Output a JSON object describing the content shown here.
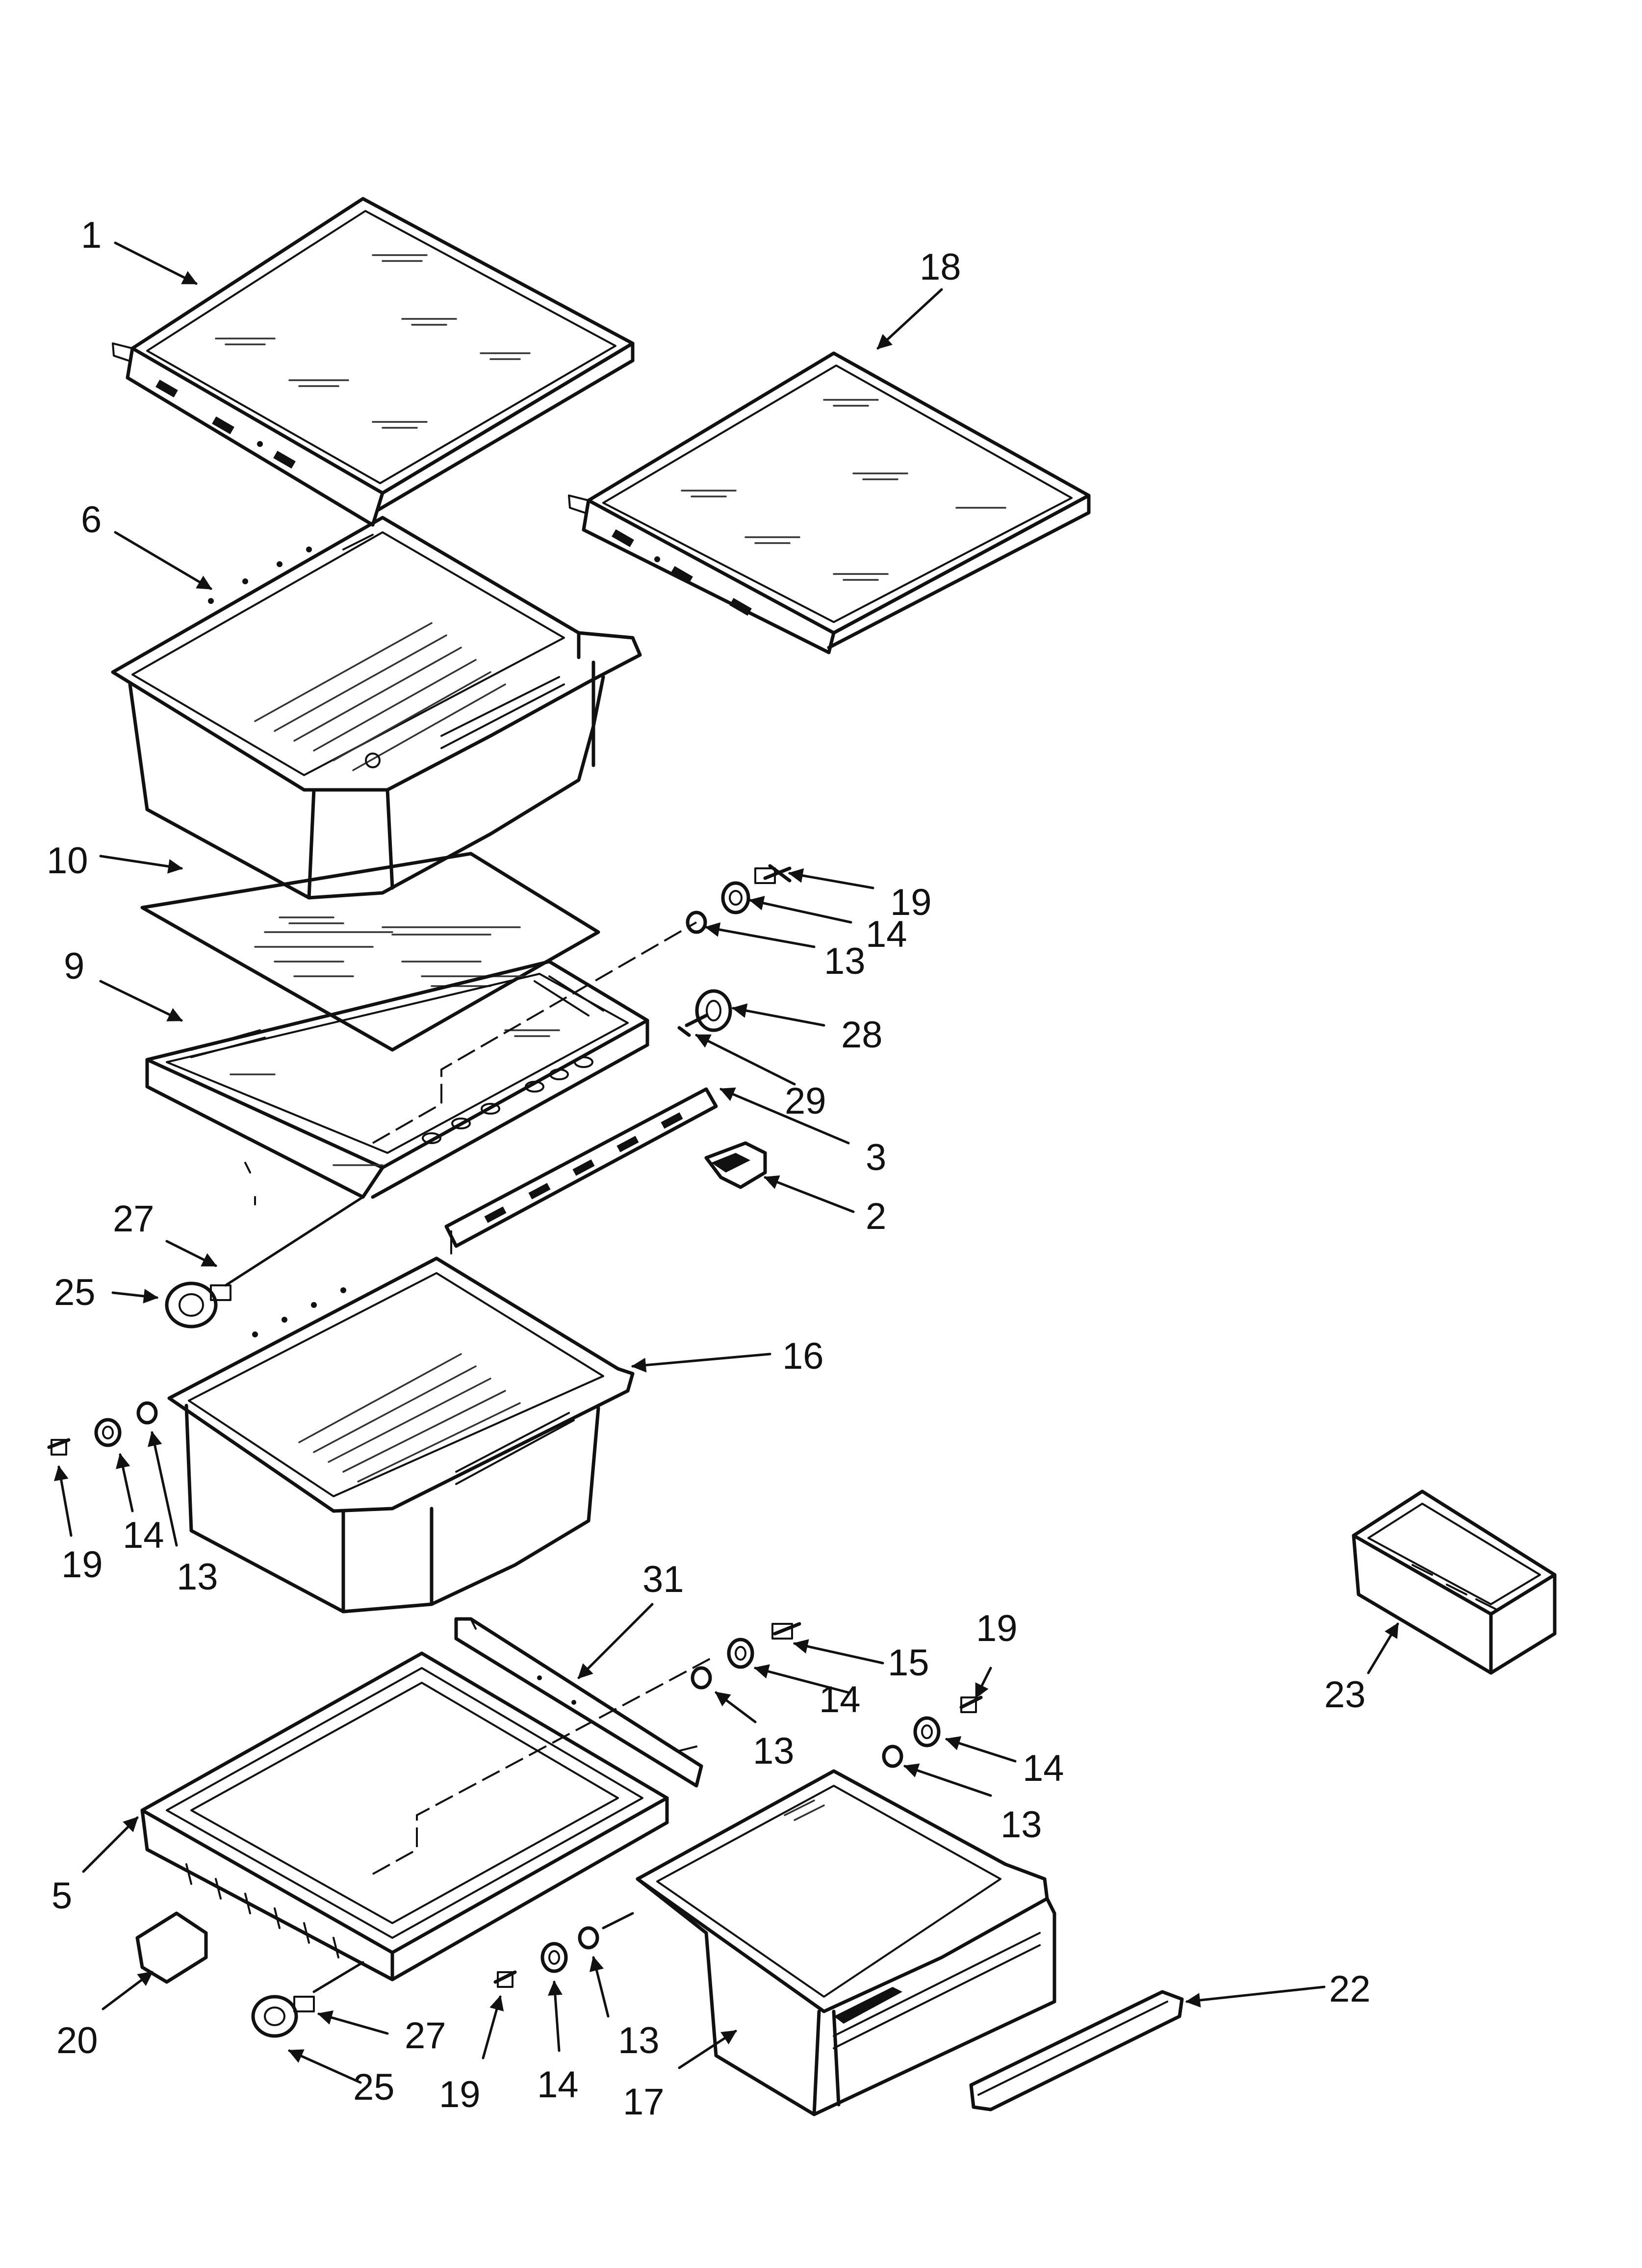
{
  "callouts": {
    "c1": "1",
    "c18": "18",
    "c6": "6",
    "c10": "10",
    "c9": "9",
    "c19a": "19",
    "c14a": "14",
    "c13a": "13",
    "c28": "28",
    "c29": "29",
    "c3": "3",
    "c2": "2",
    "c27a": "27",
    "c25a": "25",
    "c16": "16",
    "c19b": "19",
    "c14b": "14",
    "c13b": "13",
    "c31": "31",
    "c15": "15",
    "c14c": "14",
    "c13c": "13",
    "c19c": "19",
    "c14d": "14",
    "c13d": "13",
    "c23": "23",
    "c5": "5",
    "c22": "22",
    "c20": "20",
    "c27b": "27",
    "c25b": "25",
    "c19d": "19",
    "c14e": "14",
    "c13e": "13",
    "c17": "17"
  }
}
